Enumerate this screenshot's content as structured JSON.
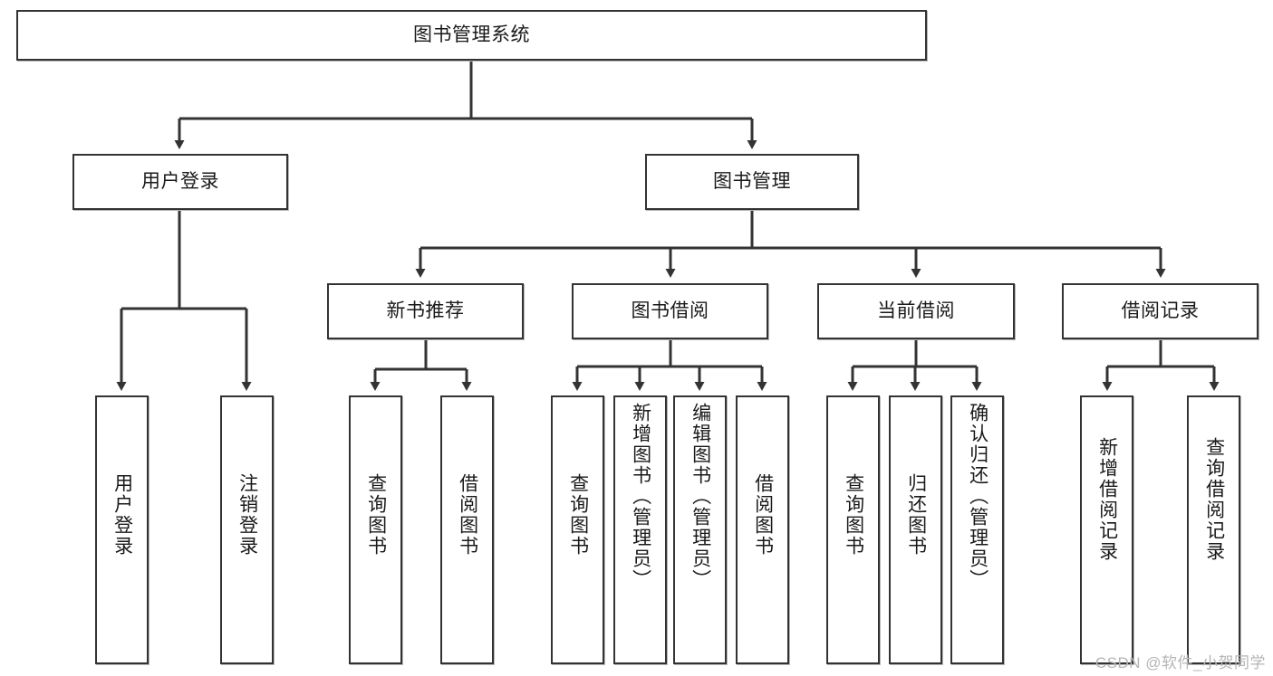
{
  "diagram": {
    "type": "tree-hierarchy-chart",
    "title": "图书管理系统",
    "line_color": "#333333",
    "box_fill": "#ffffff",
    "text_color": "#1a1a1a",
    "levels": [
      {
        "level": 1,
        "nodes": [
          {
            "id": "root",
            "label": "图书管理系统"
          }
        ]
      },
      {
        "level": 2,
        "nodes": [
          {
            "id": "login",
            "label": "用户登录",
            "parent": "root"
          },
          {
            "id": "bookmgmt",
            "label": "图书管理",
            "parent": "root"
          }
        ]
      },
      {
        "level": 3,
        "nodes": [
          {
            "id": "newbook",
            "label": "新书推荐",
            "parent": "bookmgmt"
          },
          {
            "id": "borrow",
            "label": "图书借阅",
            "parent": "bookmgmt"
          },
          {
            "id": "current",
            "label": "当前借阅",
            "parent": "bookmgmt"
          },
          {
            "id": "records",
            "label": "借阅记录",
            "parent": "bookmgmt"
          }
        ]
      },
      {
        "level": 4,
        "nodes": [
          {
            "id": "l1",
            "label": "用户登录",
            "parent": "login"
          },
          {
            "id": "l2",
            "label": "注销登录",
            "parent": "login"
          },
          {
            "id": "l3",
            "label": "查询图书",
            "parent": "newbook"
          },
          {
            "id": "l4",
            "label": "借阅图书",
            "parent": "newbook"
          },
          {
            "id": "l5",
            "label": "查询图书",
            "parent": "borrow"
          },
          {
            "id": "l6",
            "label": "新增图书（管理员）",
            "parent": "borrow"
          },
          {
            "id": "l7",
            "label": "编辑图书（管理员）",
            "parent": "borrow"
          },
          {
            "id": "l8",
            "label": "借阅图书",
            "parent": "borrow"
          },
          {
            "id": "l9",
            "label": "查询图书",
            "parent": "current"
          },
          {
            "id": "l10",
            "label": "归还图书",
            "parent": "current"
          },
          {
            "id": "l11",
            "label": "确认归还（管理员）",
            "parent": "current"
          },
          {
            "id": "l12",
            "label": "新增借阅记录",
            "parent": "records"
          },
          {
            "id": "l13",
            "label": "查询借阅记录",
            "parent": "records"
          }
        ]
      }
    ]
  },
  "watermark": {
    "text": "CSDN @软件_小贺同学"
  }
}
